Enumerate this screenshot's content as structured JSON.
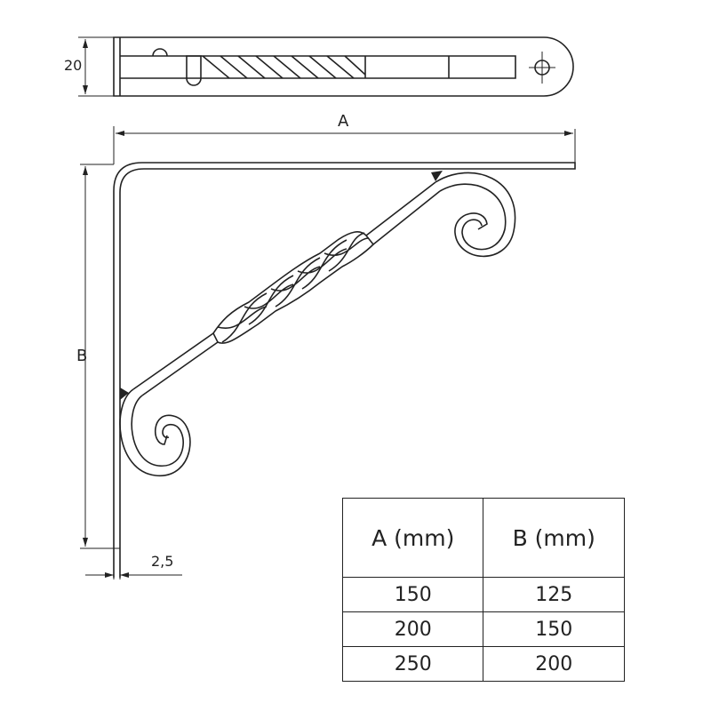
{
  "dimensions": {
    "a_label": "A",
    "b_label": "B",
    "width_label": "20",
    "thickness_label": "2,5"
  },
  "table": {
    "headers": [
      "A (mm)",
      "B (mm)"
    ],
    "rows": [
      [
        "150",
        "125"
      ],
      [
        "200",
        "150"
      ],
      [
        "250",
        "200"
      ]
    ]
  },
  "colors": {
    "line": "#222222"
  }
}
